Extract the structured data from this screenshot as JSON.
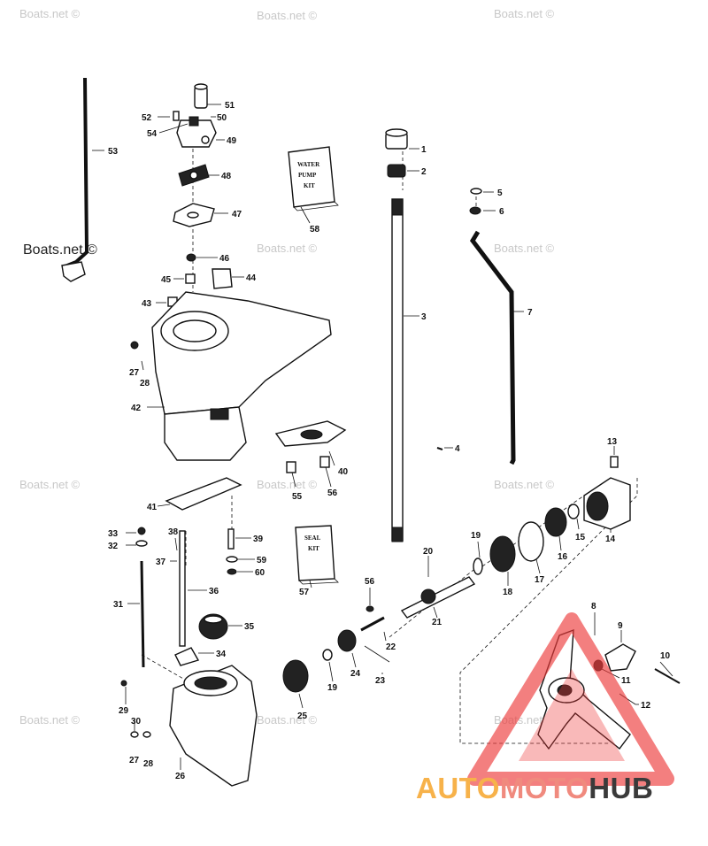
{
  "watermarks": {
    "text": "Boats.net ©",
    "text_large": "Boats.net ©"
  },
  "kits": {
    "water_pump": [
      "WATER",
      "PUMP",
      "KIT"
    ],
    "seal": [
      "SEAL",
      "KIT"
    ]
  },
  "logo": {
    "part1": "AUTO",
    "part2": "MOTO",
    "part3": "HUB",
    "colors": {
      "triangle": "#ee3b3b",
      "auto": "#f7b24a",
      "moto": "#f08a7e",
      "hub": "#3a3a3a"
    }
  },
  "callouts": {
    "c51": "51",
    "c52": "52",
    "c50": "50",
    "c54": "54",
    "c49": "49",
    "c53": "53",
    "c48": "48",
    "c47": "47",
    "c58": "58",
    "c46": "46",
    "c45": "45",
    "c44": "44",
    "c43": "43",
    "c27a": "27",
    "c28a": "28",
    "c42": "42",
    "c1": "1",
    "c2": "2",
    "c3": "3",
    "c4": "4",
    "c5": "5",
    "c6": "6",
    "c7": "7",
    "c40": "40",
    "c55": "55",
    "c56a": "56",
    "c41": "41",
    "c13": "13",
    "c14": "14",
    "c15": "15",
    "c16": "16",
    "c17": "17",
    "c18": "18",
    "c19a": "19",
    "c20": "20",
    "c21": "21",
    "c33": "33",
    "c32": "32",
    "c38": "38",
    "c37": "37",
    "c39": "39",
    "c59": "59",
    "c60": "60",
    "c57": "57",
    "c36": "36",
    "c31": "31",
    "c35": "35",
    "c34": "34",
    "c56b": "56",
    "c22": "22",
    "c24": "24",
    "c23": "23",
    "c19b": "19",
    "c25": "25",
    "c8": "8",
    "c9": "9",
    "c10": "10",
    "c11": "11",
    "c12": "12",
    "c29": "29",
    "c30": "30",
    "c27b": "27",
    "c28b": "28",
    "c26": "26"
  }
}
